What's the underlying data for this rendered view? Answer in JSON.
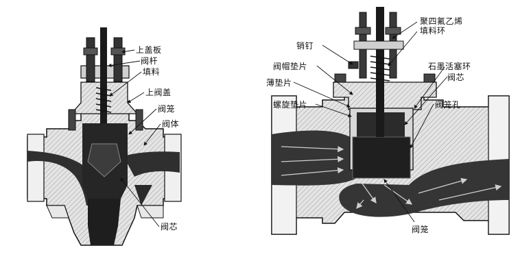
{
  "left_diagram": {
    "labels": {
      "top_cover_plate": "上盖板",
      "valve_stem": "阀杆",
      "packing": "填料",
      "upper_bonnet": "上阀盖",
      "valve_cage": "阀笼",
      "valve_body": "阀体",
      "valve_plug": "阀芯"
    }
  },
  "right_diagram": {
    "labels": {
      "ptfe_packing_ring": "聚四氟乙烯填料环",
      "pin": "销钉",
      "bonnet_gasket": "阀帽垫片",
      "graphite_piston_ring": "石墨活塞环",
      "valve_plug": "阀芯",
      "thin_gasket": "薄垫片",
      "spiral_wound_gasket": "螺旋垫片",
      "cage_hole": "阀笼孔",
      "valve_cage": "阀笼"
    }
  },
  "colors": {
    "body_fill": "#d9d9d9",
    "dark_fill": "#262626",
    "flow_fill": "#3a3a3a",
    "line": "#111111"
  }
}
